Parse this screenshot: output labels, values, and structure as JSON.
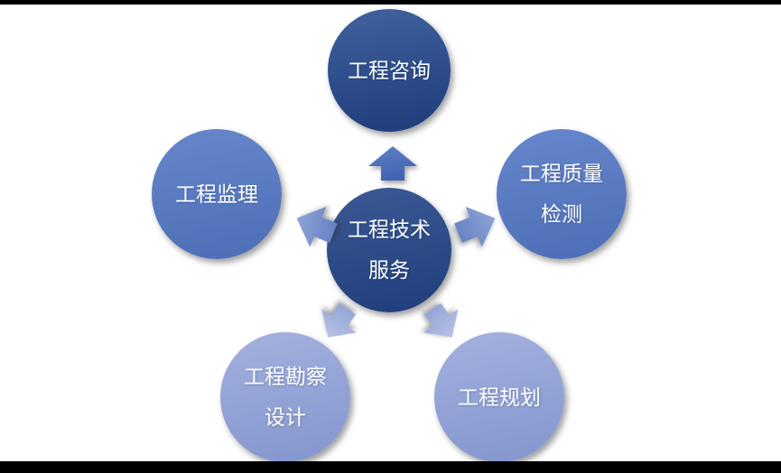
{
  "slide": {
    "background": "#ffffff",
    "letterbox": {
      "top_bar_color": "#000000",
      "bottom_bar_color": "#000000"
    }
  },
  "diagram": {
    "type": "radial-cycle",
    "text_color": "#ffffff",
    "center_node": {
      "lines": [
        "工程技术",
        "服务"
      ],
      "color_top": "#3b5995",
      "color_bottom": "#1f3e7b"
    },
    "nodes": [
      {
        "position": "top",
        "lines": [
          "工程咨询"
        ],
        "color_top": "#41619f",
        "color_bottom": "#1d3c79"
      },
      {
        "position": "upper-left",
        "lines": [
          "工程监理"
        ],
        "color_top": "#6687cb",
        "color_bottom": "#4c6eb6"
      },
      {
        "position": "upper-right",
        "lines": [
          "工程质量",
          "检测"
        ],
        "color_top": "#6687cb",
        "color_bottom": "#4c6eb6"
      },
      {
        "position": "lower-left",
        "lines": [
          "工程勘察",
          "设计"
        ],
        "color_top": "#a3b1de",
        "color_bottom": "#8395cd"
      },
      {
        "position": "lower-right",
        "lines": [
          "工程规划"
        ],
        "color_top": "#a3b1de",
        "color_bottom": "#8395cd"
      }
    ],
    "arrows": [
      {
        "direction": "up",
        "color_top": "#6181c5",
        "color_bottom": "#3a5fae"
      },
      {
        "direction": "upper-left",
        "color_top": "#93a6d8",
        "color_bottom": "#6280c2"
      },
      {
        "direction": "upper-right",
        "color_top": "#93a6d8",
        "color_bottom": "#6280c2"
      },
      {
        "direction": "lower-left",
        "color_top": "#bac4e7",
        "color_bottom": "#93a3d6"
      },
      {
        "direction": "lower-right",
        "color_top": "#bac4e7",
        "color_bottom": "#93a3d6"
      }
    ]
  }
}
